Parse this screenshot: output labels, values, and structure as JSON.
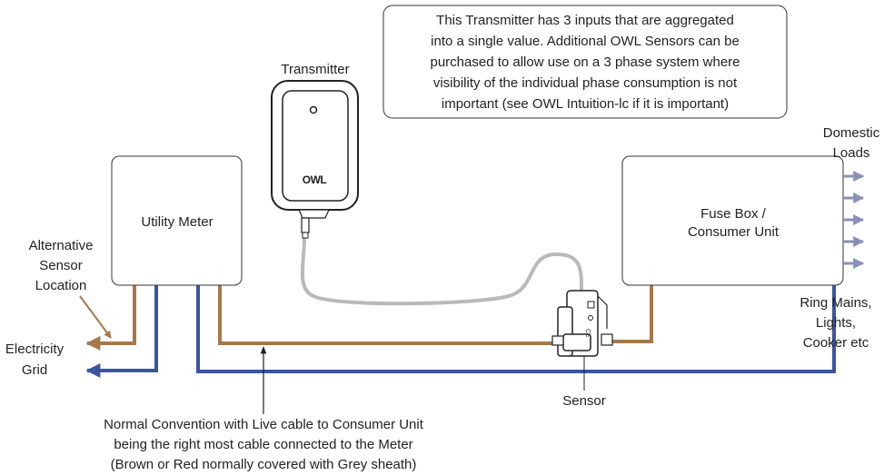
{
  "colors": {
    "live_wire": "#a7774a",
    "neutral_wire": "#3a55a0",
    "sensor_cable": "#b9b9b9",
    "load_arrows": "#8a90b8",
    "outline": "#333333"
  },
  "info_box": {
    "lines": [
      "This Transmitter has 3 inputs that are aggregated",
      "into a single value. Additional OWL Sensors can be",
      "purchased to allow use on a 3 phase system where",
      "visibility of the individual phase consumption is not",
      "important (see OWL Intuition-lc if it is important)"
    ]
  },
  "transmitter": {
    "label": "Transmitter",
    "logo": "OWL"
  },
  "utility_meter": {
    "label": "Utility Meter"
  },
  "fuse_box": {
    "label_lines": [
      "Fuse Box /",
      "Consumer Unit"
    ]
  },
  "domestic_loads": {
    "label_lines": [
      "Domestic",
      "Loads"
    ]
  },
  "ring_mains": {
    "label_lines": [
      "Ring Mains,",
      "Lights,",
      "Cooker etc"
    ]
  },
  "alt_sensor": {
    "label_lines": [
      "Alternative",
      "Sensor",
      "Location"
    ]
  },
  "grid": {
    "label_lines": [
      "Electricity",
      "Grid"
    ]
  },
  "sensor": {
    "label": "Sensor"
  },
  "convention_note": {
    "lines": [
      "Normal Convention with Live cable to Consumer Unit",
      "being the right most cable connected to the Meter",
      "(Brown or Red normally covered with Grey sheath)"
    ]
  }
}
